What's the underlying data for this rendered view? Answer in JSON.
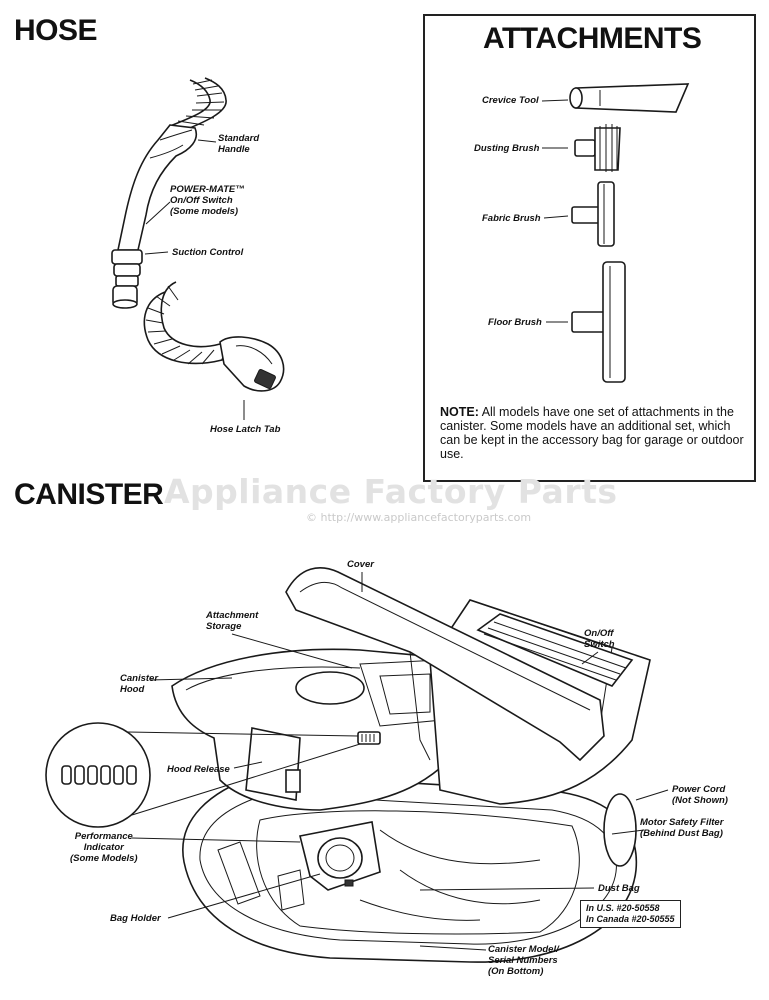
{
  "hose": {
    "heading": "HOSE",
    "labels": {
      "standard_handle": [
        "Standard",
        "Handle"
      ],
      "power_mate": [
        "POWER-MATE™",
        "On/Off Switch",
        "(Some models)"
      ],
      "suction_control": "Suction Control",
      "hose_latch_tab": "Hose Latch Tab"
    }
  },
  "attachments": {
    "heading": "ATTACHMENTS",
    "labels": {
      "crevice_tool": "Crevice Tool",
      "dusting_brush": "Dusting Brush",
      "fabric_brush": "Fabric Brush",
      "floor_brush": "Floor Brush"
    },
    "note_label": "NOTE:",
    "note_text": "All models have one set of attachments in the canister. Some models have an additional set, which can be kept in the accessory bag for garage or outdoor use."
  },
  "canister": {
    "heading": "CANISTER",
    "labels": {
      "cover": "Cover",
      "attachment_storage": [
        "Attachment",
        "Storage"
      ],
      "on_off_switch": [
        "On/Off",
        "Switch"
      ],
      "canister_hood": [
        "Canister",
        "Hood"
      ],
      "hood_release": "Hood Release",
      "power_cord": [
        "Power Cord",
        "(Not Shown)"
      ],
      "motor_safety_filter": [
        "Motor Safety Filter",
        "(Behind Dust Bag)"
      ],
      "performance_indicator": [
        "Performance",
        "Indicator",
        "(Some Models)"
      ],
      "dust_bag": "Dust Bag",
      "dust_bag_us": "In U.S. #20-50558",
      "dust_bag_canada": "In Canada #20-50555",
      "bag_holder": "Bag Holder",
      "model_serial": [
        "Canister Model/",
        "Serial Numbers",
        "(On Bottom)"
      ]
    }
  },
  "watermark": {
    "title": "Appliance Factory Parts",
    "url": "© http://www.appliancefactoryparts.com"
  }
}
